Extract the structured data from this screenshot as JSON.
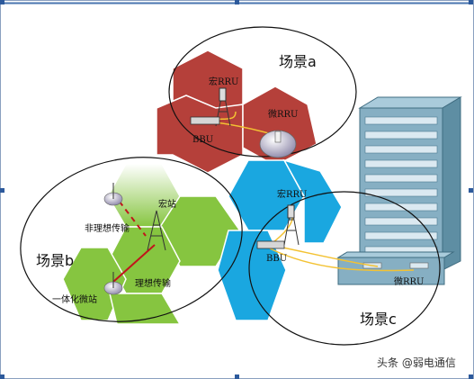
{
  "scenes": {
    "a": "场景a",
    "b": "场景b",
    "c": "场景c"
  },
  "labels": {
    "macro_rru": "宏RRU",
    "micro_rru_a": "微RRU",
    "bbu_a": "BBU",
    "macro_station": "宏站",
    "non_ideal": "非理想传输",
    "ideal": "理想传输",
    "integrated_micro": "一体化微站",
    "macro_rru_c": "宏RRU",
    "bbu_c": "BBU",
    "micro_rru_c": "微RRU"
  },
  "watermark": "头条 @弱电通信",
  "colors": {
    "red_hex": "#b5403a",
    "green_hex": "#86c540",
    "cyan_hex": "#1aa7e0",
    "building": "#86afc3",
    "ellipse_stroke": "#111111"
  }
}
